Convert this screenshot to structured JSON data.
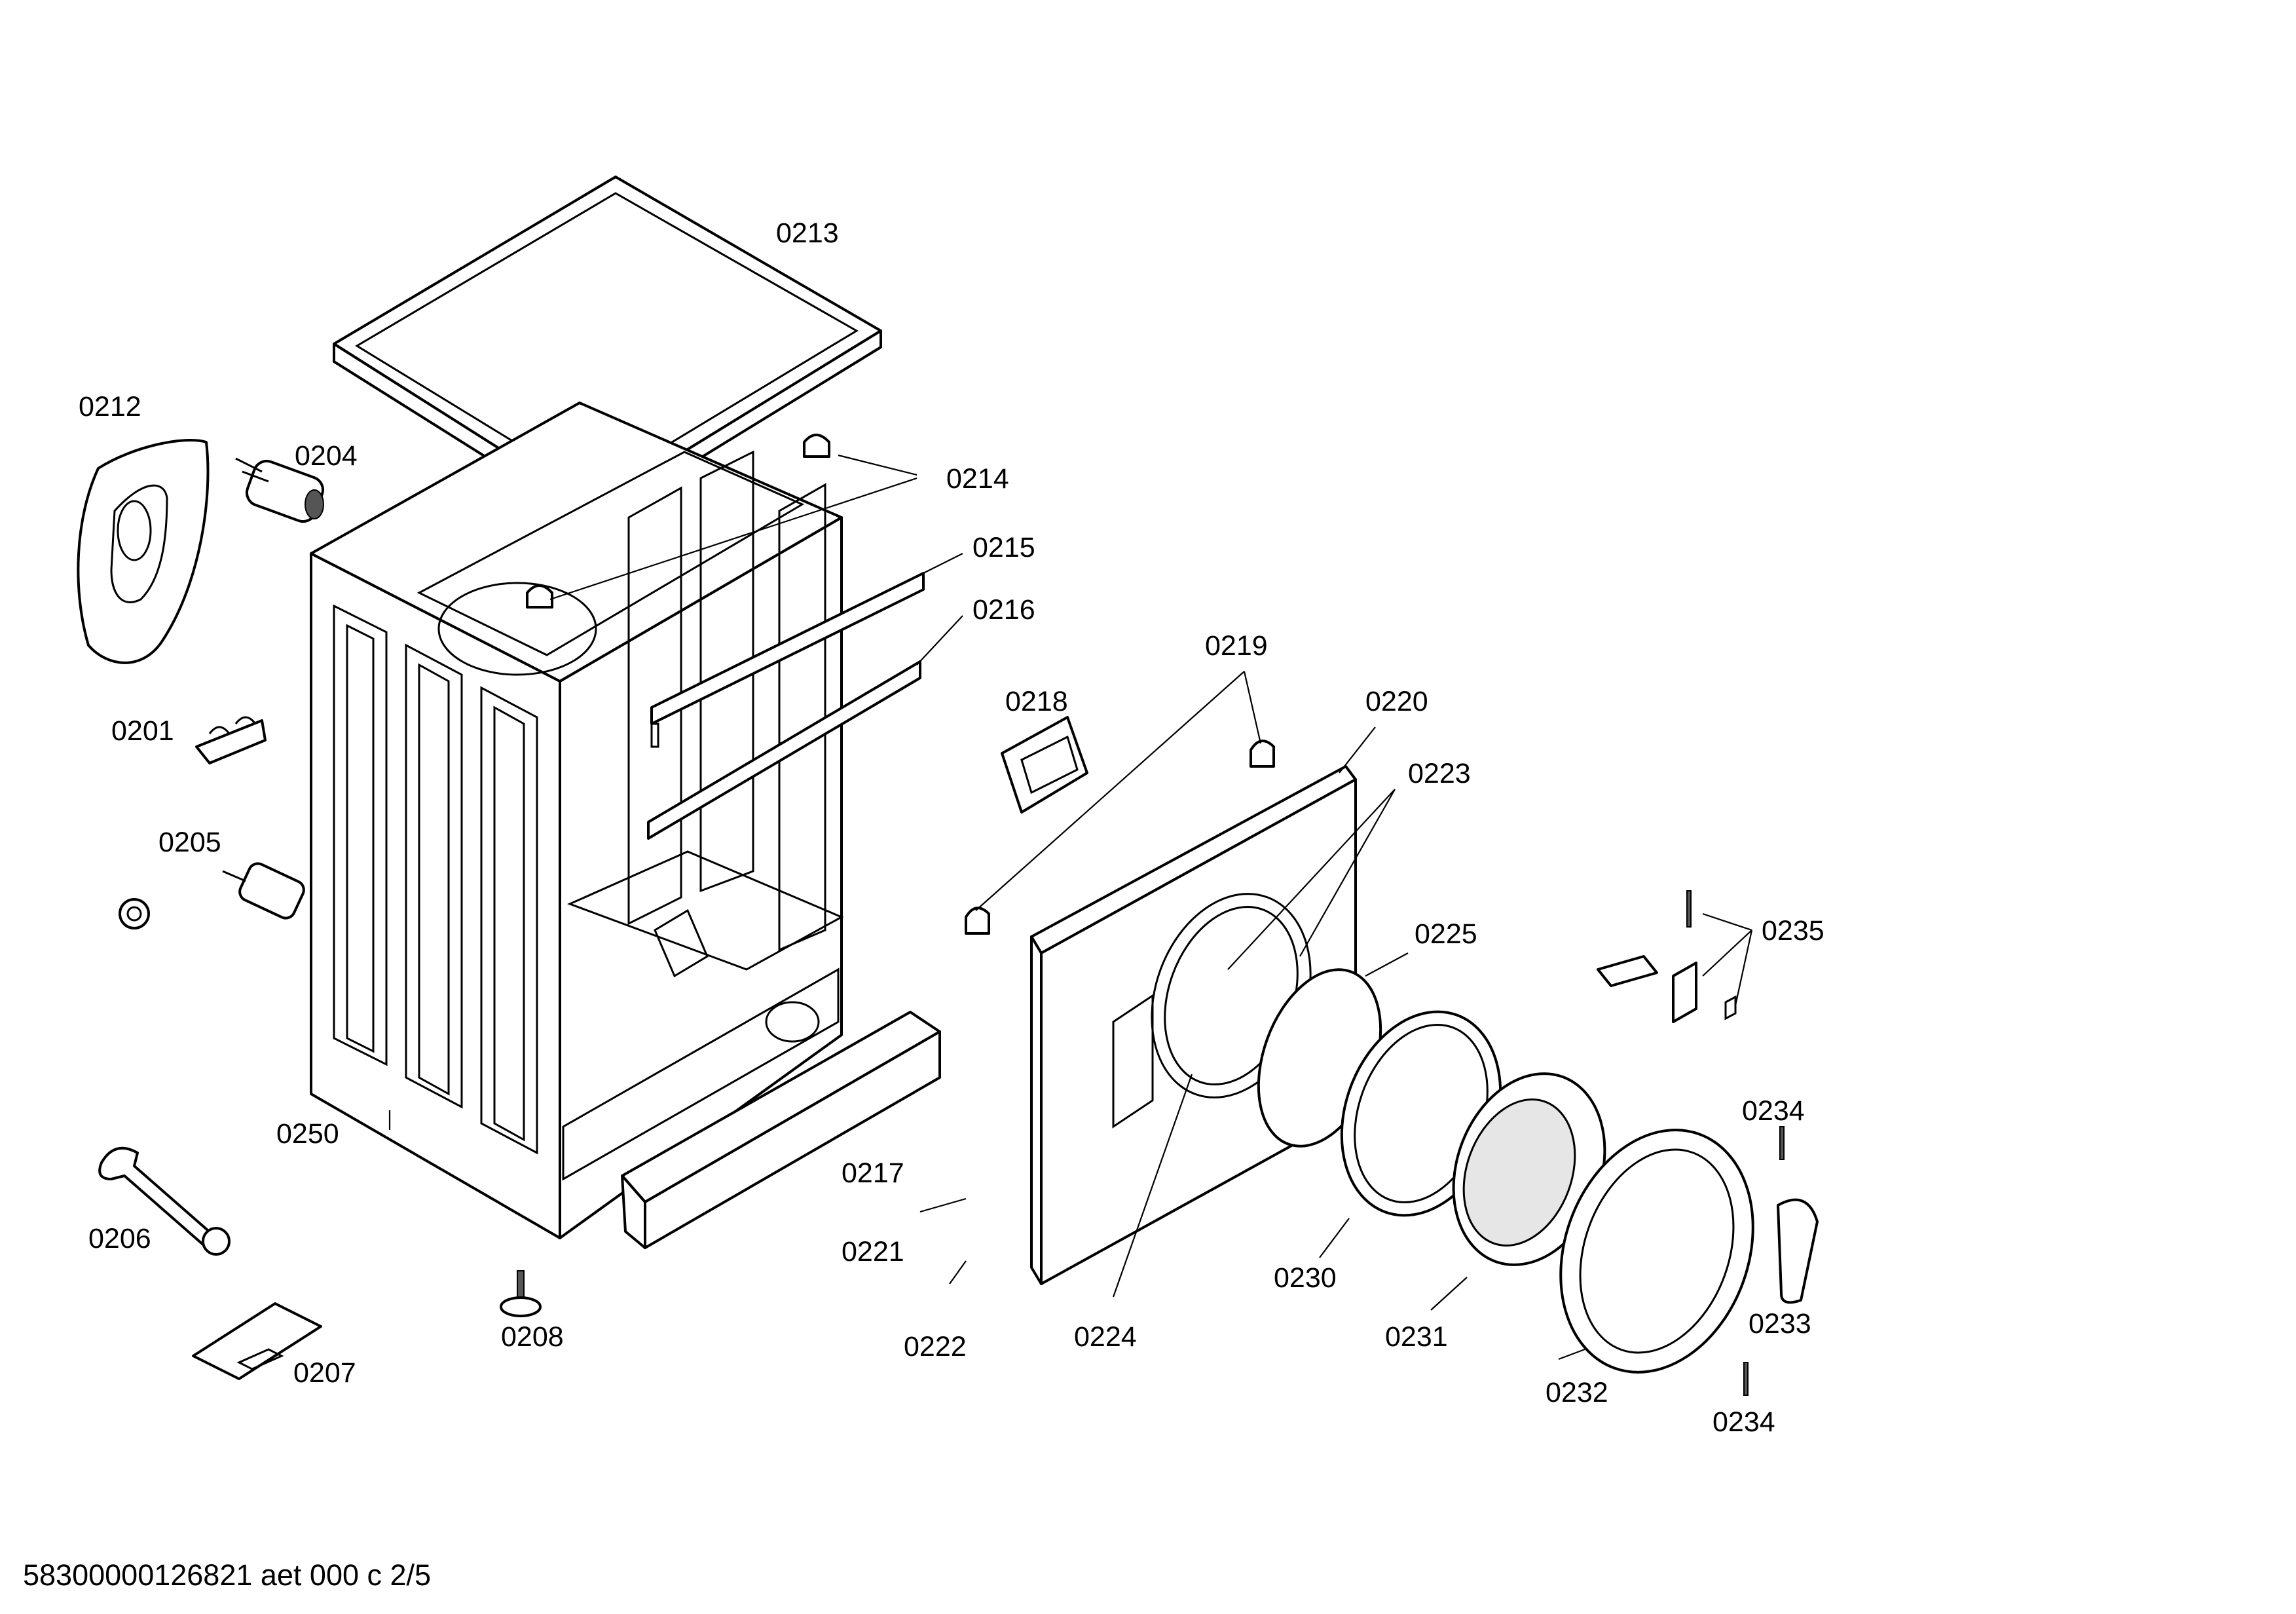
{
  "labels": {
    "p0201": "0201",
    "p0204": "0204",
    "p0205": "0205",
    "p0206": "0206",
    "p0207": "0207",
    "p0208": "0208",
    "p0212": "0212",
    "p0213": "0213",
    "p0214": "0214",
    "p0215": "0215",
    "p0216": "0216",
    "p0217": "0217",
    "p0218": "0218",
    "p0219": "0219",
    "p0220": "0220",
    "p0221": "0221",
    "p0222": "0222",
    "p0223": "0223",
    "p0224": "0224",
    "p0225": "0225",
    "p0230": "0230",
    "p0231": "0231",
    "p0232": "0232",
    "p0233": "0233",
    "p0234a": "0234",
    "p0234b": "0234",
    "p0235": "0235",
    "p0250": "0250"
  },
  "footer": "58300000126821 aet 000 c 2/5"
}
